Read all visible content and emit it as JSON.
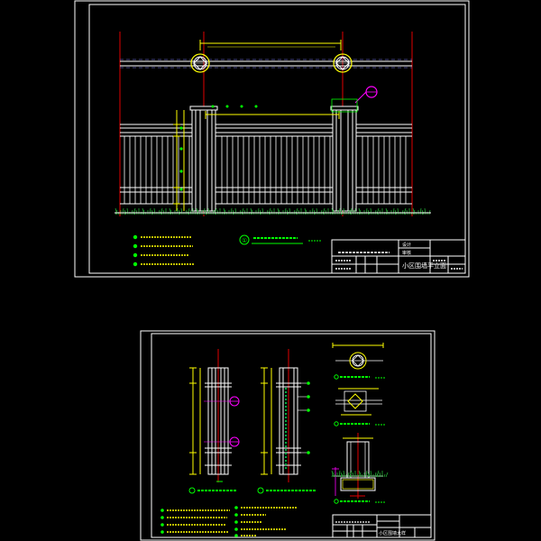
{
  "colors": {
    "background": "#000000",
    "frame": "#ffffff",
    "red_axis": "#e00000",
    "yellow_dim": "#ffff00",
    "green_label": "#00ff00",
    "magenta_callout": "#ff00ff",
    "grass": "#22aa33"
  },
  "sheet1": {
    "callout_symbol": "①",
    "title_block": {
      "designer_label": "设计",
      "checker_label": "审核",
      "drawing_name": "小区围墙平立面"
    }
  },
  "sheet2": {
    "title_block": {
      "drawing_name": "小区围墙大样"
    }
  }
}
